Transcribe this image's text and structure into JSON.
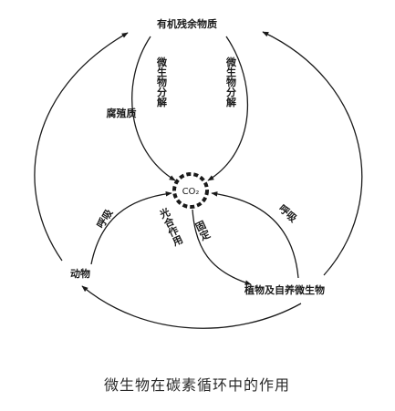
{
  "diagram": {
    "nodes": {
      "organic_residue": "有机残余物质",
      "co2": "CO₂",
      "animals": "动物",
      "plants_microbes": "植物及自养微生物"
    },
    "edge_labels": {
      "humus": "腐殖质",
      "microbial_decomposition_left": "微生物分解",
      "microbial_decomposition_right": "微生物分解",
      "respiration_left": "呼吸",
      "respiration_right": "呼吸",
      "photosynthesis": "光合作用",
      "fixation": "固定"
    },
    "caption": "微生物在碳素循环中的作用"
  }
}
